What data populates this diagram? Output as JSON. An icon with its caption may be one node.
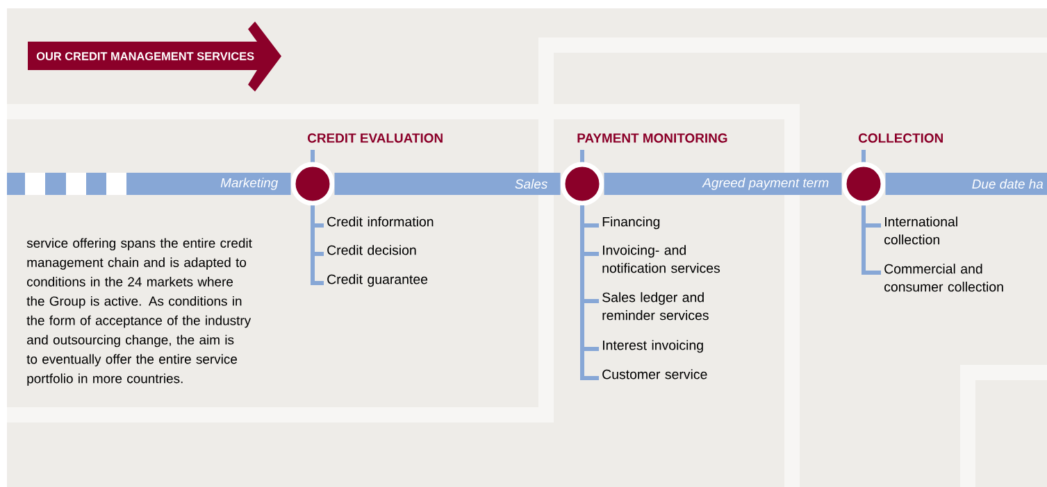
{
  "diagram": {
    "title": "OUR CREDIT MANAGEMENT SERVICES",
    "nodes": [
      {
        "text": [
          "CREDIT EVALUATION"
        ]
      },
      {
        "text": [
          "PAYMENT MONITORING"
        ]
      },
      {
        "text": [
          "COLLECTION"
        ]
      },
      {
        "text": [
          "Credit information"
        ]
      },
      {
        "text": [
          "Credit decision"
        ]
      },
      {
        "text": [
          "Credit guarantee"
        ]
      },
      {
        "text": [
          "Financing"
        ]
      },
      {
        "text": [
          "Invoicing- and notification services"
        ]
      },
      {
        "text": [
          "Sales ledger and reminder services"
        ]
      },
      {
        "text": [
          "Interest invoicing"
        ]
      },
      {
        "text": [
          "Customer service"
        ]
      },
      {
        "text": [
          "International collection"
        ]
      },
      {
        "text": [
          "Commercial and consumer collection"
        ]
      }
    ],
    "edges": [
      {
        "from": null,
        "to": 0,
        "arrow": "none",
        "label": "Marketing",
        "style": "thick"
      },
      {
        "from": 0,
        "to": 1,
        "arrow": "none",
        "label": "Sales",
        "style": "thick"
      },
      {
        "from": 1,
        "to": 2,
        "arrow": "none",
        "label": "Agreed payment term",
        "style": "thick"
      },
      {
        "from": 2,
        "to": null,
        "arrow": "none",
        "label": "Due date ha",
        "style": "thick"
      },
      {
        "from": 0,
        "to": 3,
        "arrow": "none"
      },
      {
        "from": 0,
        "to": 4,
        "arrow": "none"
      },
      {
        "from": 0,
        "to": 5,
        "arrow": "none"
      },
      {
        "from": 1,
        "to": 6,
        "arrow": "none"
      },
      {
        "from": 1,
        "to": 7,
        "arrow": "none"
      },
      {
        "from": 1,
        "to": 8,
        "arrow": "none"
      },
      {
        "from": 1,
        "to": 9,
        "arrow": "none"
      },
      {
        "from": 1,
        "to": 10,
        "arrow": "none"
      },
      {
        "from": 2,
        "to": 11,
        "arrow": "none"
      },
      {
        "from": 2,
        "to": 12,
        "arrow": "none"
      }
    ],
    "labels": [
      "service offering spans the entire credit management chain and is adapted to conditions in the 24 markets where the Group is active. As conditions in the form of acceptance of the industry and outsourcing change, the aim is to eventually offer the entire service portfolio in more countries."
    ]
  }
}
